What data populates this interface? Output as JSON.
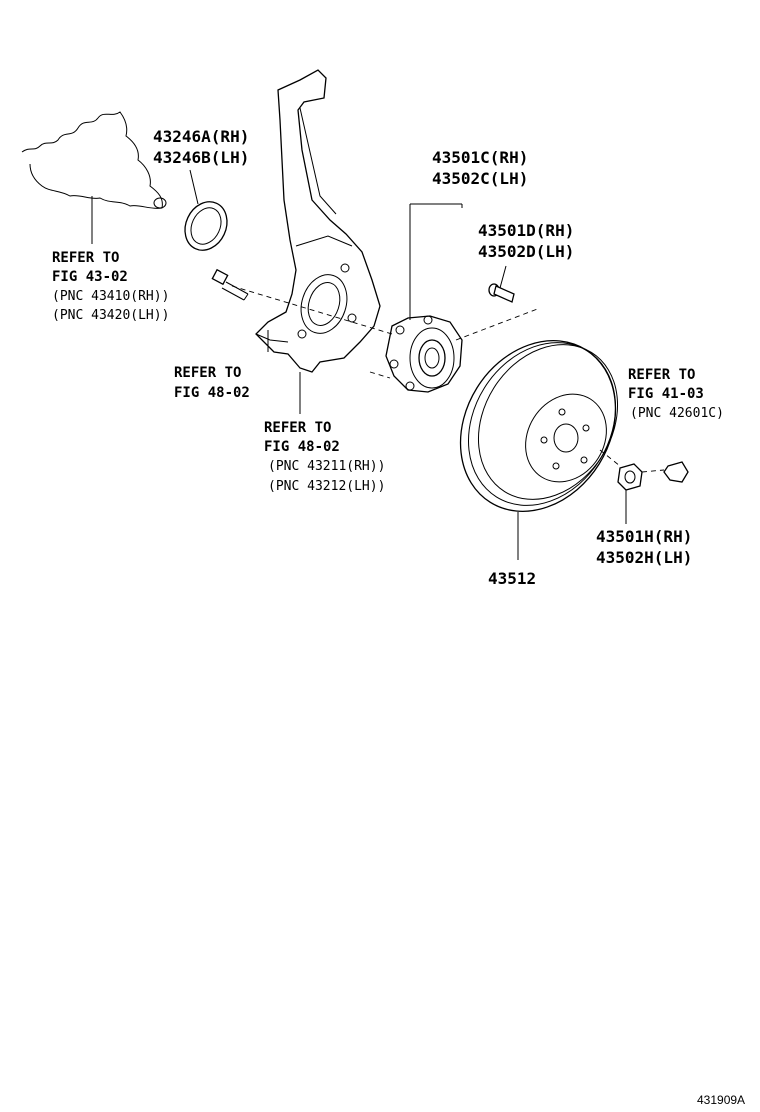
{
  "labels": {
    "seal": [
      "43246A(RH)",
      "43246B(LH)"
    ],
    "ref_4302": [
      "REFER TO",
      "FIG 43-02",
      "(PNC 43410(RH))",
      "(PNC 43420(LH))"
    ],
    "ref_4802a": [
      "REFER TO",
      "FIG 48-02"
    ],
    "ref_4802b": [
      "REFER TO",
      "FIG 48-02",
      "(PNC 43211(RH))",
      "(PNC 43212(LH))"
    ],
    "hub": [
      "43501C(RH)",
      "43502C(LH)"
    ],
    "hub_bolt": [
      "43501D(RH)",
      "43502D(LH)"
    ],
    "ref_4103": [
      "REFER TO",
      "FIG 41-03",
      "(PNC 42601C)"
    ],
    "nut": [
      "43501H(RH)",
      "43502H(LH)"
    ],
    "rotor": "43512"
  },
  "figure_code": "431909A"
}
